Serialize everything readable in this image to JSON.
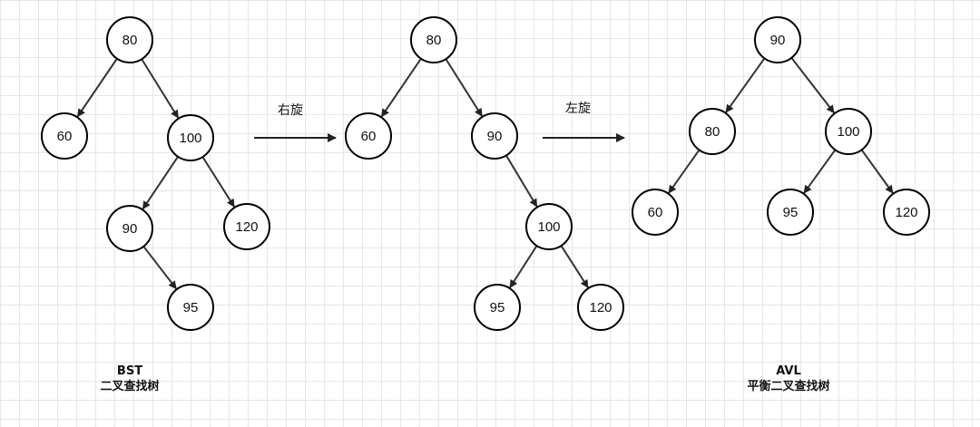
{
  "colors": {
    "stroke": "#000000",
    "edge": "#333333",
    "node_fill": "#ffffff",
    "grid": "#e6e6e6"
  },
  "trees": [
    {
      "name": "bst",
      "caption": [
        "BST",
        "二叉查找树"
      ],
      "nodes": [
        "80",
        "60",
        "100",
        "90",
        "120",
        "95"
      ],
      "edges": [
        [
          "80",
          "60"
        ],
        [
          "80",
          "100"
        ],
        [
          "100",
          "90"
        ],
        [
          "100",
          "120"
        ],
        [
          "90",
          "95"
        ]
      ]
    },
    {
      "name": "after-right-rotation",
      "caption": [],
      "nodes": [
        "80",
        "60",
        "90",
        "100",
        "95",
        "120"
      ],
      "edges": [
        [
          "80",
          "60"
        ],
        [
          "80",
          "90"
        ],
        [
          "90",
          "100"
        ],
        [
          "100",
          "95"
        ],
        [
          "100",
          "120"
        ]
      ]
    },
    {
      "name": "avl",
      "caption": [
        "AVL",
        "平衡二叉查找树"
      ],
      "nodes": [
        "90",
        "80",
        "100",
        "60",
        "95",
        "120"
      ],
      "edges": [
        [
          "90",
          "80"
        ],
        [
          "90",
          "100"
        ],
        [
          "80",
          "60"
        ],
        [
          "100",
          "95"
        ],
        [
          "100",
          "120"
        ]
      ]
    }
  ],
  "operations": [
    {
      "label": "右旋"
    },
    {
      "label": "左旋"
    }
  ]
}
